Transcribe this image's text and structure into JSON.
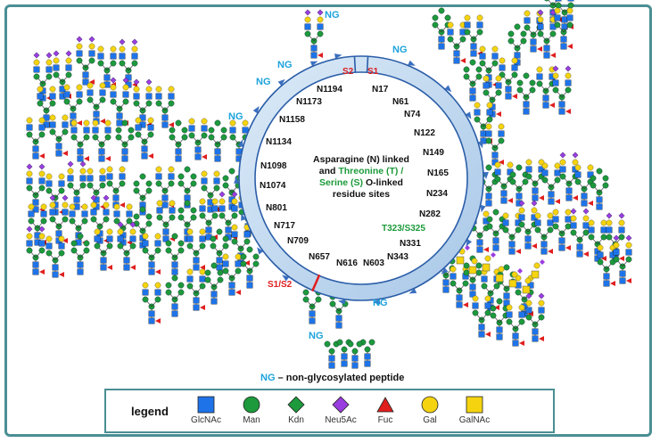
{
  "center_label": {
    "line1": "Asparagine (N) linked",
    "line2a": "and ",
    "line2b": "Threonine (T) /",
    "line3a": "Serine (S)",
    "line3b": " O-linked",
    "line4": "residue sites"
  },
  "subunits": {
    "s1": "S1",
    "s2": "S2",
    "cleavage": "S1/S2"
  },
  "sites": [
    "N17",
    "N61",
    "N74",
    "N122",
    "N149",
    "N165",
    "N234",
    "N282",
    "T323/S325",
    "N331",
    "N343",
    "N603",
    "N616",
    "N657",
    "N709",
    "N717",
    "N801",
    "N1074",
    "N1098",
    "N1134",
    "N1158",
    "N1173",
    "N1194"
  ],
  "ng_label": "NG",
  "footnote": {
    "ng": "NG",
    "text": " – non-glycosylated peptide"
  },
  "legend": {
    "title": "legend",
    "items": [
      {
        "name": "GlcNAc",
        "shape": "square",
        "color": "#1e73e8"
      },
      {
        "name": "Man",
        "shape": "circle",
        "color": "#1d9a3c"
      },
      {
        "name": "Kdn",
        "shape": "diamond",
        "color": "#1d9a3c"
      },
      {
        "name": "Neu5Ac",
        "shape": "diamond",
        "color": "#9a3de0"
      },
      {
        "name": "Fuc",
        "shape": "triangle",
        "color": "#e01e1e"
      },
      {
        "name": "Gal",
        "shape": "circle",
        "color": "#f5d40f"
      },
      {
        "name": "GalNAc",
        "shape": "square",
        "color": "#f5d40f"
      }
    ]
  },
  "colors": {
    "ring": "#b9d6ee",
    "ring_edge": "#2b5ea8",
    "arrow": "#3a6fc0",
    "frame": "#4a8f94",
    "ng_text": "#1ba3dc",
    "o_link_text": "#1c9a3a",
    "subunit_text": "#e01e1e"
  }
}
